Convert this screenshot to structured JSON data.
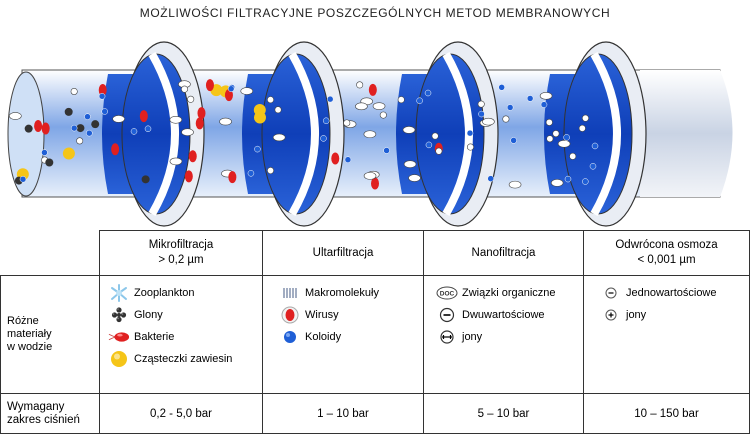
{
  "title": "MOŻLIWOŚCI FILTRACYJNE POSZCZEGÓLNYCH METOD MEMBRANOWYCH",
  "headers": [
    {
      "line1": "Mikrofiltracja",
      "line2": "> 0,2 µm"
    },
    {
      "line1": "Ultarfiltracja",
      "line2": ""
    },
    {
      "line1": "Nanofiltracja",
      "line2": ""
    },
    {
      "line1": "Odwrócona osmoza",
      "line2": "< 0,001 µm"
    }
  ],
  "row_labels": {
    "materials": [
      "Różne",
      "materiały",
      "w wodzie"
    ],
    "pressure": [
      "Wymagany",
      "zakres ciśnień"
    ]
  },
  "materials": {
    "micro": [
      "Zooplankton",
      "Glony",
      "Bakterie",
      "Cząsteczki zawiesin"
    ],
    "ultra": [
      "Makromolekuły",
      "Wirusy",
      "Koloidy"
    ],
    "nano": {
      "organic": "Związki organiczne",
      "divalent_1": "Dwuwartościowe",
      "divalent_2": "jony"
    },
    "ro": {
      "mono_1": "Jednowartościowe",
      "mono_2": "jony"
    }
  },
  "icon_labels": {
    "doc": "DOC"
  },
  "pressures": [
    "0,2 - 5,0 bar",
    "1 – 10 bar",
    "5 – 10 bar",
    "10 – 150 bar"
  ],
  "colors": {
    "pipe_blue": "#1a4fc4",
    "bacteria": "#e02020",
    "particle": "#f5c518",
    "colloid": "#1f5fd6",
    "zooplankton": "#9fd3f0"
  }
}
